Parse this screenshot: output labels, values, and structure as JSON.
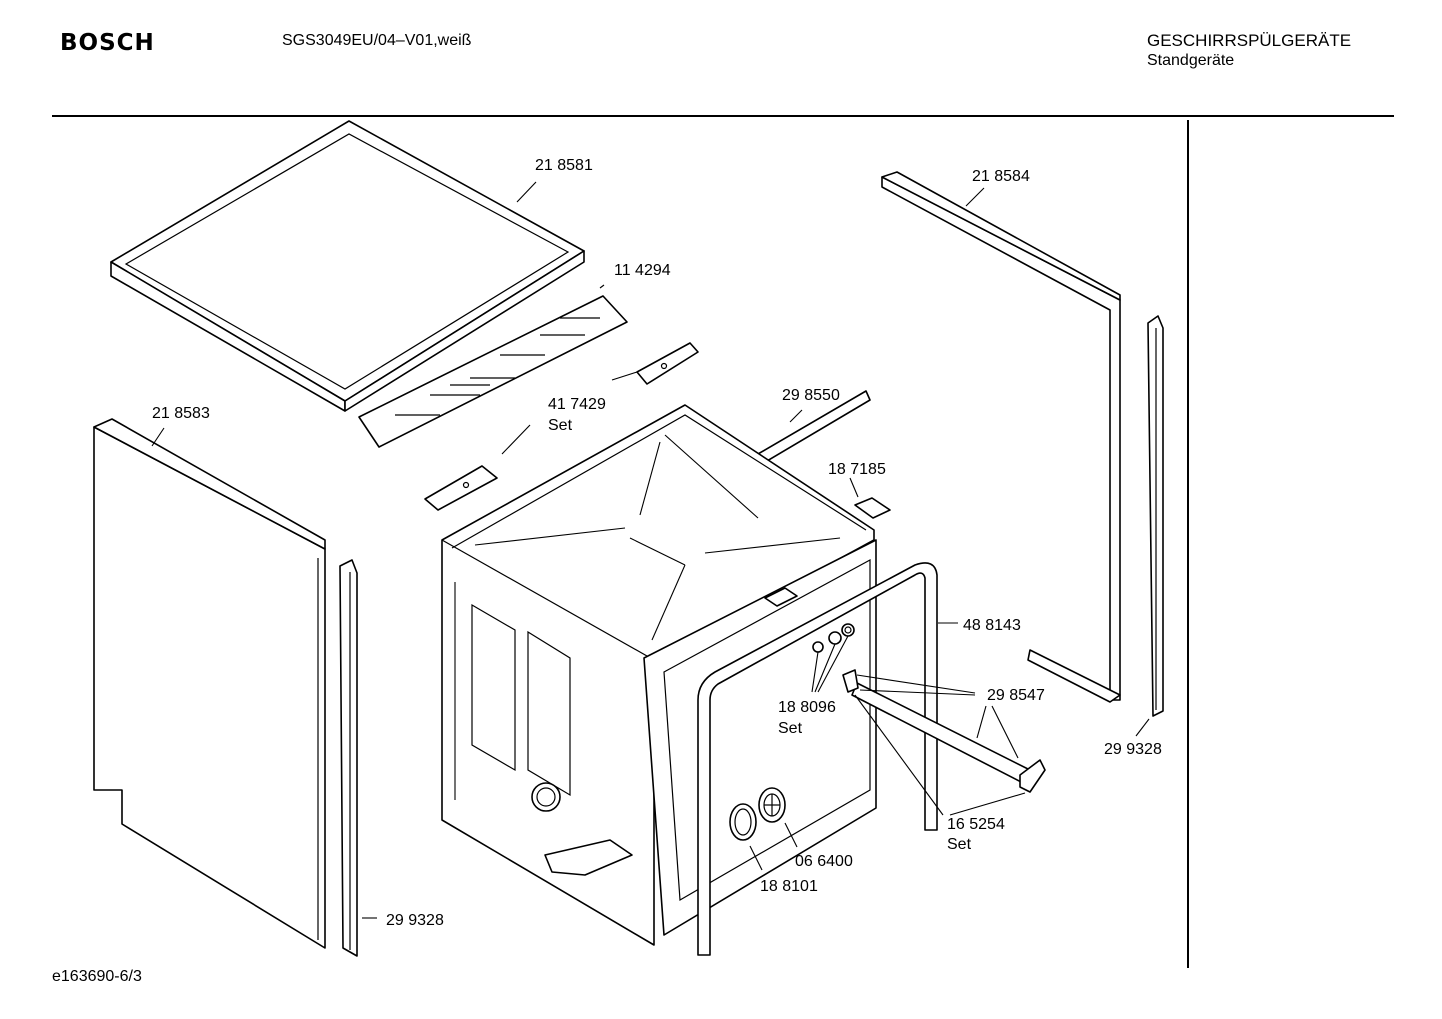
{
  "header": {
    "brand": "BOSCH",
    "model": "SGS3049EU/04–V01,weiß",
    "category": "GESCHIRRSPÜLGERÄTE",
    "subcategory": "Standgeräte"
  },
  "footer": {
    "doc_id": "e163690-6/3"
  },
  "parts": {
    "p218581": "21 8581",
    "p114294": "11 4294",
    "p218584": "21 8584",
    "p218583": "21 8583",
    "p417429": "41 7429",
    "set": "Set",
    "p298550": "29 8550",
    "p187185": "18 7185",
    "p488143": "48 8143",
    "p188096": "18 8096",
    "p298547": "29 8547",
    "p299328a": "29 9328",
    "p299328b": "29 9328",
    "p165254": "16 5254",
    "p066400": "06 6400",
    "p188101": "18 8101"
  }
}
